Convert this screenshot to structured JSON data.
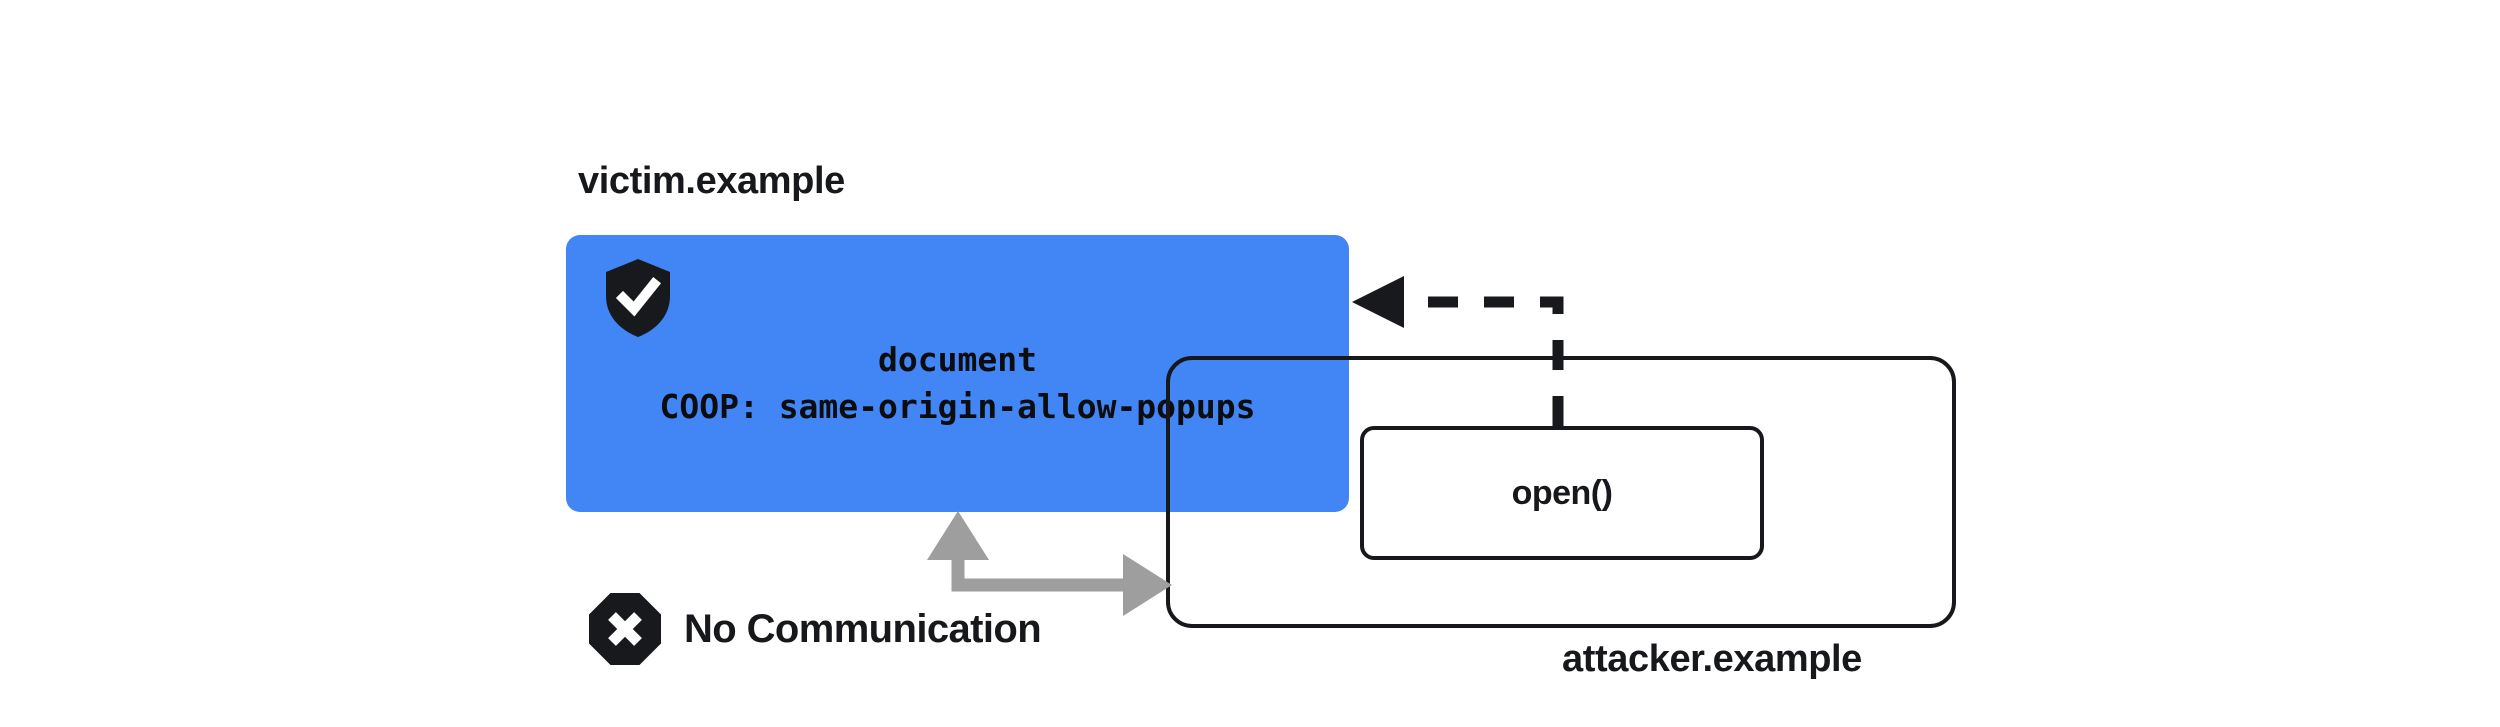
{
  "diagram": {
    "title_hidden": "",
    "victim": {
      "label": "victim.example",
      "shield_icon": "shield-check-icon",
      "document_title": "document",
      "coop_header": "COOP: same-origin-allow-popups",
      "box_color": "#4285f4"
    },
    "attacker": {
      "label": "attacker.example",
      "popup_label": "open()",
      "border_color": "#16181c"
    },
    "annotation": {
      "icon": "x-octagon-icon",
      "label": "No Communication",
      "arrow_color": "#9e9e9e"
    },
    "connectors": {
      "open_dashed_arrow": {
        "style": "dashed",
        "color": "#16181c",
        "direction": "attacker-to-victim"
      },
      "no_comm_arrow": {
        "style": "solid",
        "color": "#9e9e9e",
        "direction": "bidirectional-blocked"
      }
    }
  }
}
